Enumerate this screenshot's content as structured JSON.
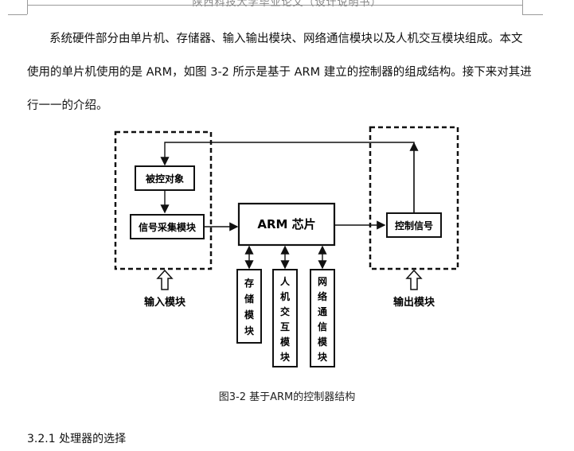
{
  "header": {
    "text": "陕西科技大学毕业论文（设计说明书）"
  },
  "paragraph": {
    "line1": "系统硬件部分由单片机、存储器、输入输出模块、网络通信模块以及人机交互模块组成。本文",
    "line2": "使用的单片机使用的是 ARM，如图 3-2 所示是基于 ARM 建立的控制器的组成结构。接下来对其进",
    "line3": "行一一的介绍。"
  },
  "figure": {
    "controlled_object": "被控对象",
    "signal_acquisition": "信号采集模块",
    "arm_chip": "ARM 芯片",
    "control_signal": "控制信号",
    "storage_module": [
      "存",
      "储",
      "模",
      "块"
    ],
    "hmi_module": [
      "人",
      "机",
      "交",
      "互",
      "模",
      "块"
    ],
    "network_module": [
      "网",
      "络",
      "通",
      "信",
      "模",
      "块"
    ],
    "input_module_label": "输入模块",
    "output_module_label": "输出模块",
    "caption": "图3-2 基于ARM的控制器结构"
  },
  "section": {
    "heading": "3.2.1 处理器的选择"
  }
}
